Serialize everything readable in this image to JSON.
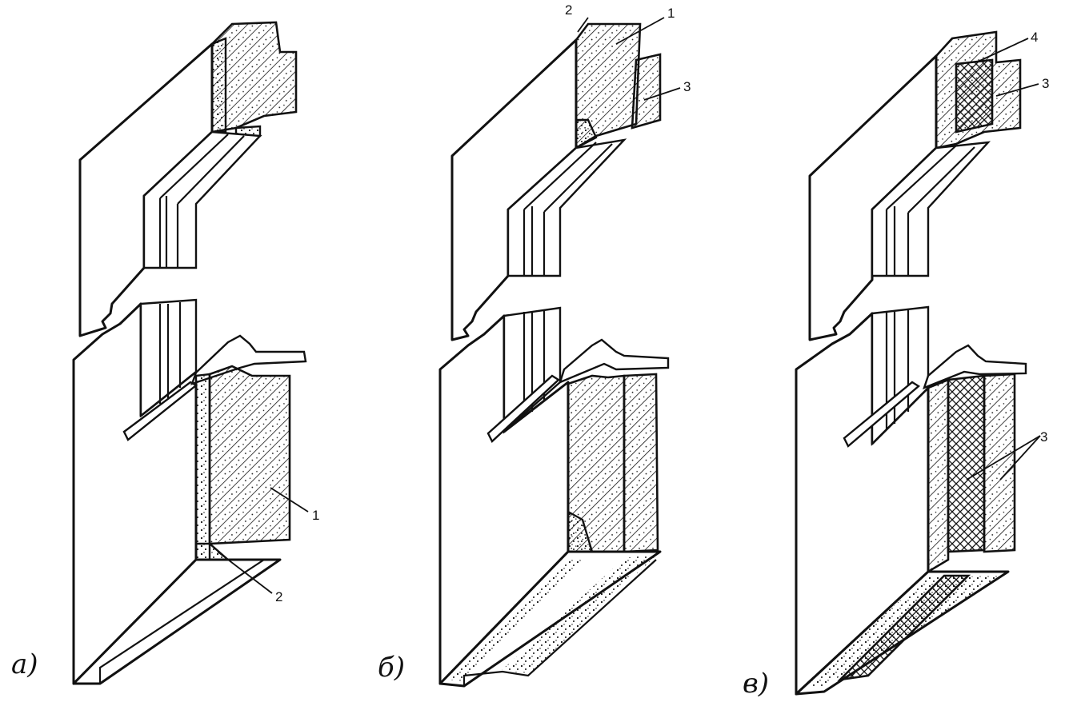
{
  "figures": [
    {
      "caption": "а)",
      "labels": [
        "1",
        "2"
      ]
    },
    {
      "caption": "б)",
      "labels": [
        "2",
        "1",
        "3"
      ]
    },
    {
      "caption": "в)",
      "labels": [
        "4",
        "3",
        "3"
      ]
    }
  ],
  "colors": {
    "ink": "#111111",
    "paper": "#ffffff"
  }
}
